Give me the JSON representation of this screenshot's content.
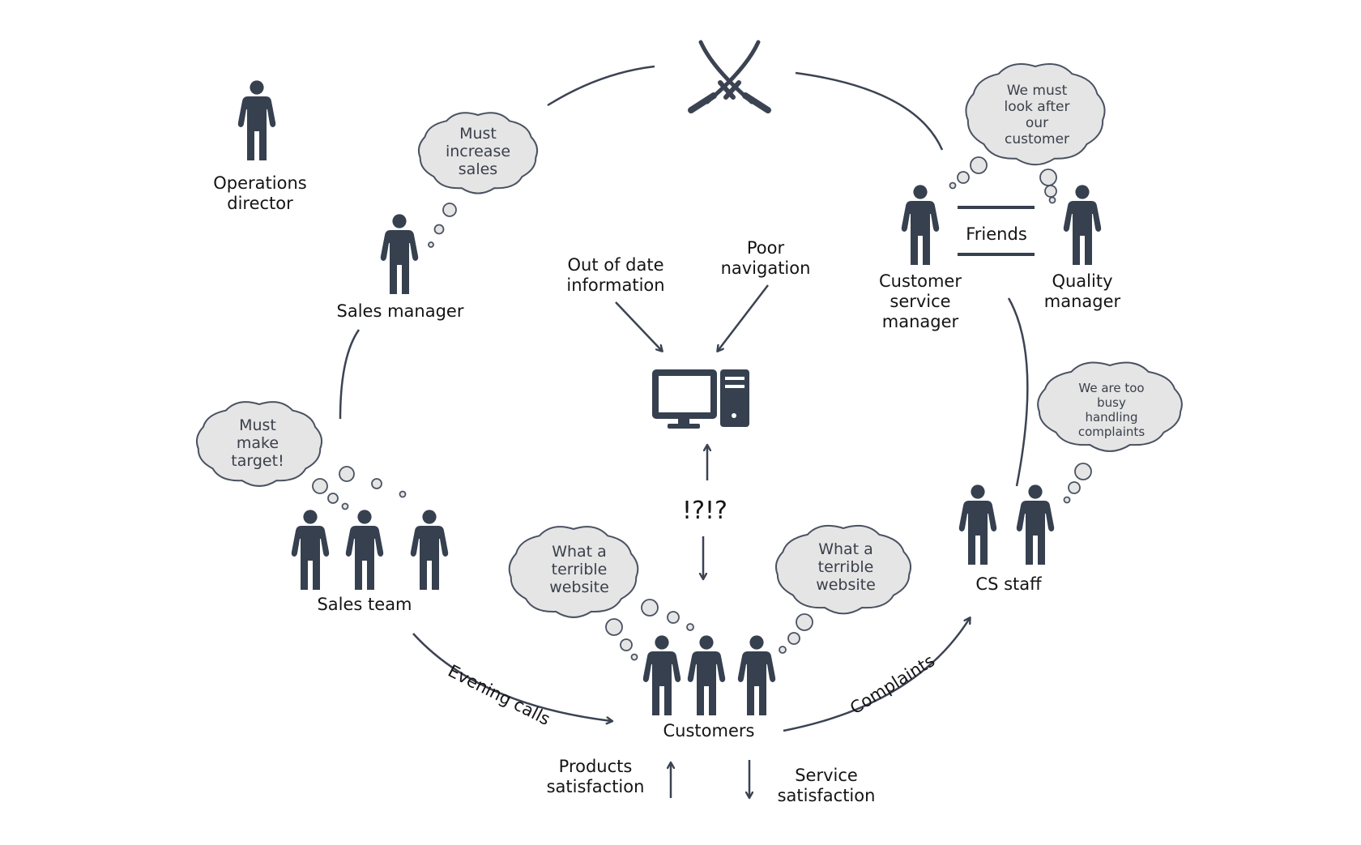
{
  "roles": {
    "operations_director": "Operations\ndirector",
    "sales_manager": "Sales manager",
    "sales_team": "Sales team",
    "customer_service_manager": "Customer\nservice\nmanager",
    "quality_manager": "Quality\nmanager",
    "cs_staff": "CS staff",
    "customers": "Customers"
  },
  "thoughts": {
    "sales_manager": "Must\nincrease\nsales",
    "sales_team": "Must\nmake\ntarget!",
    "cs_manager": "We must\nlook after\nour\ncustomer",
    "cs_staff": "We are too\nbusy\nhandling\ncomplaints",
    "customers_left": "What a\nterrible\nwebsite",
    "customers_right": "What a\nterrible\nwebsite"
  },
  "issues": {
    "outdated": "Out of date\ninformation",
    "navigation": "Poor\nnavigation",
    "confusion": "!?!?"
  },
  "relations": {
    "friends": "Friends",
    "evening_calls": "Evening calls",
    "complaints": "Complaints",
    "products_satisfaction": "Products\nsatisfaction",
    "service_satisfaction": "Service\nsatisfaction"
  },
  "icons": {
    "person": "person-icon",
    "computer": "computer-icon",
    "conflict": "crossed-swords-icon",
    "thought": "thought-bubble"
  },
  "colors": {
    "figure": "#36404f",
    "bubble_fill": "#e5e5e5",
    "bubble_stroke": "#4a5261",
    "line": "#3b4352",
    "text": "#141414"
  }
}
